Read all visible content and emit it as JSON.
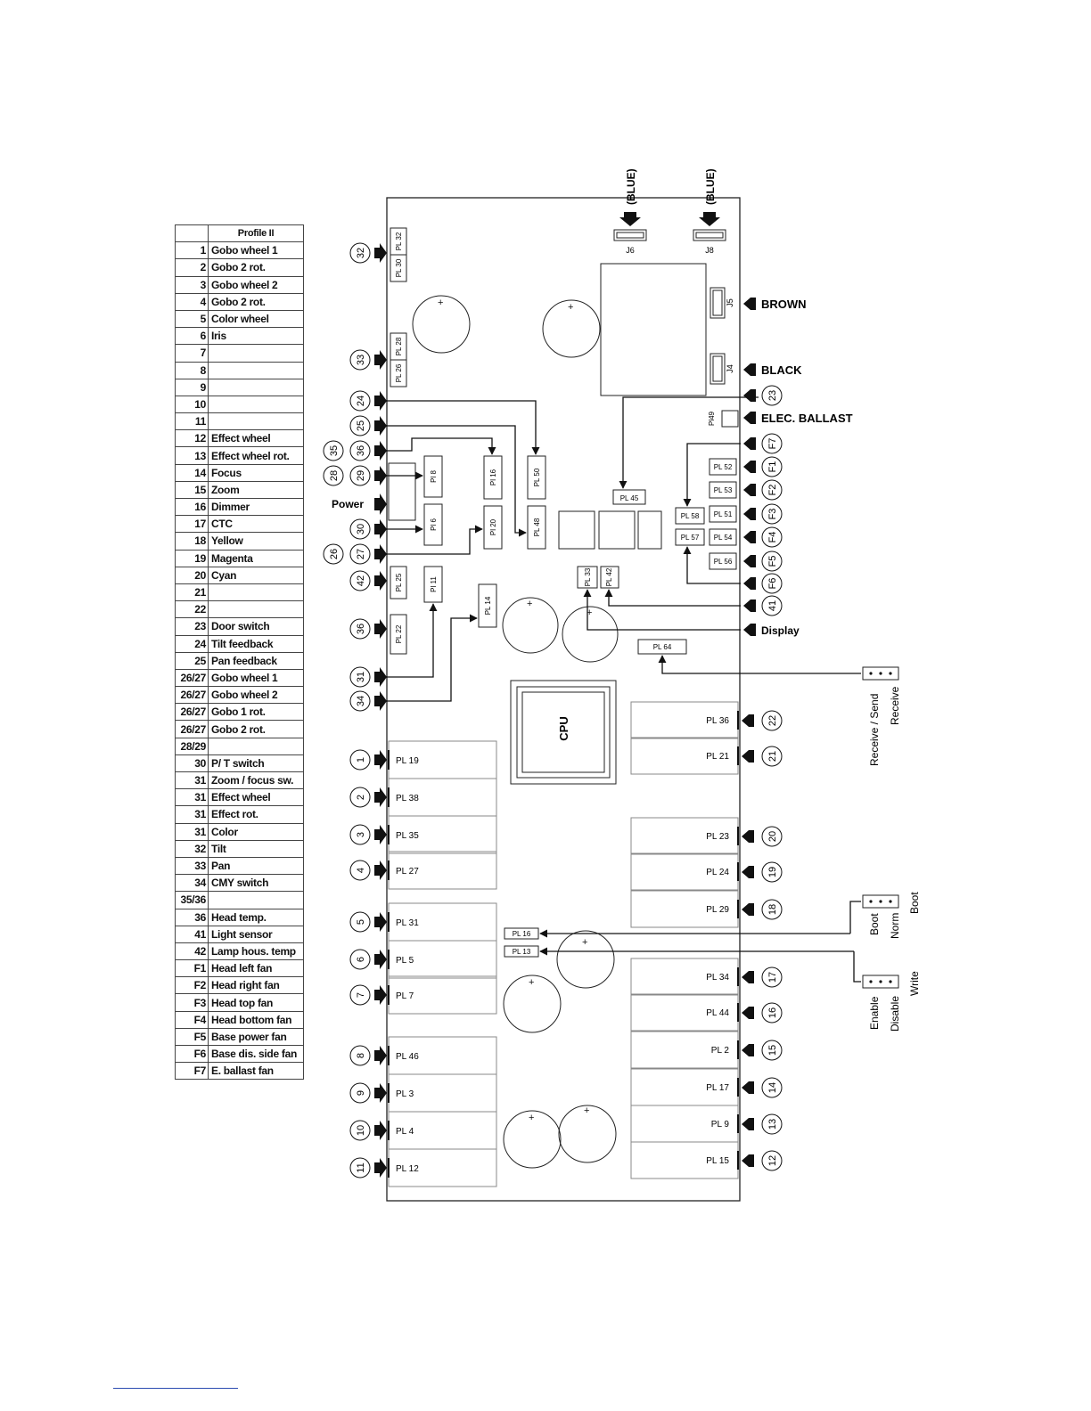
{
  "legend": {
    "header": "Profile II",
    "rows": [
      [
        "1",
        "Gobo wheel 1"
      ],
      [
        "2",
        "Gobo 2 rot."
      ],
      [
        "3",
        "Gobo wheel 2"
      ],
      [
        "4",
        "Gobo 2 rot."
      ],
      [
        "5",
        "Color wheel"
      ],
      [
        "6",
        "Iris"
      ],
      [
        "7",
        ""
      ],
      [
        "8",
        ""
      ],
      [
        "9",
        ""
      ],
      [
        "10",
        ""
      ],
      [
        "11",
        ""
      ],
      [
        "12",
        "Effect wheel"
      ],
      [
        "13",
        "Effect wheel rot."
      ],
      [
        "14",
        "Focus"
      ],
      [
        "15",
        "Zoom"
      ],
      [
        "16",
        "Dimmer"
      ],
      [
        "17",
        "CTC"
      ],
      [
        "18",
        "Yellow"
      ],
      [
        "19",
        "Magenta"
      ],
      [
        "20",
        "Cyan"
      ],
      [
        "21",
        ""
      ],
      [
        "22",
        ""
      ],
      [
        "23",
        "Door switch"
      ],
      [
        "24",
        "Tilt feedback"
      ],
      [
        "25",
        "Pan feedback"
      ],
      [
        "26/27",
        "Gobo wheel 1"
      ],
      [
        "26/27",
        "Gobo wheel 2"
      ],
      [
        "26/27",
        "Gobo 1 rot."
      ],
      [
        "26/27",
        "Gobo 2 rot."
      ],
      [
        "28/29",
        ""
      ],
      [
        "30",
        "P/ T switch"
      ],
      [
        "31",
        "Zoom / focus sw."
      ],
      [
        "31",
        "Effect wheel"
      ],
      [
        "31",
        "Effect rot."
      ],
      [
        "31",
        "Color"
      ],
      [
        "32",
        "Tilt"
      ],
      [
        "33",
        "Pan"
      ],
      [
        "34",
        "CMY switch"
      ],
      [
        "35/36",
        ""
      ],
      [
        "36",
        "Head temp."
      ],
      [
        "41",
        "Light sensor"
      ],
      [
        "42",
        "Lamp hous. temp"
      ],
      [
        "F1",
        "Head left fan"
      ],
      [
        "F2",
        "Head right fan"
      ],
      [
        "F3",
        "Head top fan"
      ],
      [
        "F4",
        "Head bottom fan"
      ],
      [
        "F5",
        "Base power fan"
      ],
      [
        "F6",
        "Base dis. side fan"
      ],
      [
        "F7",
        "E. ballast fan"
      ]
    ]
  },
  "board": {
    "cpu_label": "CPU",
    "top_connectors": [
      {
        "id": "J6",
        "wire": "(BLUE)"
      },
      {
        "id": "J8",
        "wire": "(BLUE)"
      }
    ],
    "right_labels": {
      "brown": "BROWN",
      "black": "BLACK",
      "ballast": "ELEC. BALLAST",
      "display": "Display",
      "power": "Power"
    },
    "vertical_labels": {
      "j5": "J5",
      "j4": "J4",
      "pl49": "Pl49",
      "pl32": "PL 32",
      "pl30": "PL 30",
      "pl28": "PL 28",
      "pl26": "PL 26",
      "pl8": "Pl 8",
      "pl16v": "Pl 16",
      "pl50": "PL 50",
      "pl6": "Pl 6",
      "pl20": "Pl 20",
      "pl48": "PL 48",
      "pl25": "PL 25",
      "pl11": "Pl 11",
      "pl14": "PL 14",
      "pl22": "PL 22",
      "pl33": "PL 33",
      "pl42": "PL 42"
    },
    "small_pl": {
      "pl45": "PL 45",
      "pl52": "PL 52",
      "pl53": "PL 53",
      "pl51": "PL 51",
      "pl54": "PL 54",
      "pl56": "PL 56",
      "pl58": "PL 58",
      "pl57": "PL 57",
      "pl64": "PL 64",
      "pl16": "PL 16",
      "pl13": "PL 13"
    },
    "left_connectors": [
      {
        "n": "1",
        "pl": "PL 19"
      },
      {
        "n": "2",
        "pl": "PL 38"
      },
      {
        "n": "3",
        "pl": "PL 35"
      },
      {
        "n": "4",
        "pl": "PL 27"
      },
      {
        "n": "5",
        "pl": "PL 31"
      },
      {
        "n": "6",
        "pl": "PL 5"
      },
      {
        "n": "7",
        "pl": "PL 7"
      },
      {
        "n": "8",
        "pl": "PL 46"
      },
      {
        "n": "9",
        "pl": "PL 3"
      },
      {
        "n": "10",
        "pl": "PL 4"
      },
      {
        "n": "11",
        "pl": "PL 12"
      }
    ],
    "right_connectors": [
      {
        "n": "22",
        "pl": "PL 36"
      },
      {
        "n": "21",
        "pl": "PL 21"
      },
      {
        "n": "20",
        "pl": "PL 23"
      },
      {
        "n": "19",
        "pl": "PL 24"
      },
      {
        "n": "18",
        "pl": "PL 29"
      },
      {
        "n": "17",
        "pl": "PL 34"
      },
      {
        "n": "16",
        "pl": "PL 44"
      },
      {
        "n": "15",
        "pl": "PL 2"
      },
      {
        "n": "14",
        "pl": "PL 17"
      },
      {
        "n": "13",
        "pl": "PL 9"
      },
      {
        "n": "12",
        "pl": "PL 15"
      }
    ],
    "left_callouts": {
      "c32": "32",
      "c33": "33",
      "c24": "24",
      "c25": "25",
      "c35": "35",
      "c36a": "36",
      "c28": "28",
      "c29": "29",
      "c30": "30",
      "c26": "26",
      "c27": "27",
      "c42": "42",
      "c36b": "36",
      "c31": "31",
      "c34": "34"
    },
    "right_callouts": {
      "c23": "23",
      "f7": "F7",
      "f1": "F1",
      "f2": "F2",
      "f3": "F3",
      "f4": "F4",
      "f5": "F5",
      "f6": "F6",
      "c41": "41"
    },
    "jumpers": {
      "j1a": "Receive / Send",
      "j1b": "Receive",
      "j2a": "Boot",
      "j2b": "Norm",
      "j2c": "Boot",
      "j3a": "Enable",
      "j3b": "Disable",
      "j3c": "Write"
    }
  }
}
